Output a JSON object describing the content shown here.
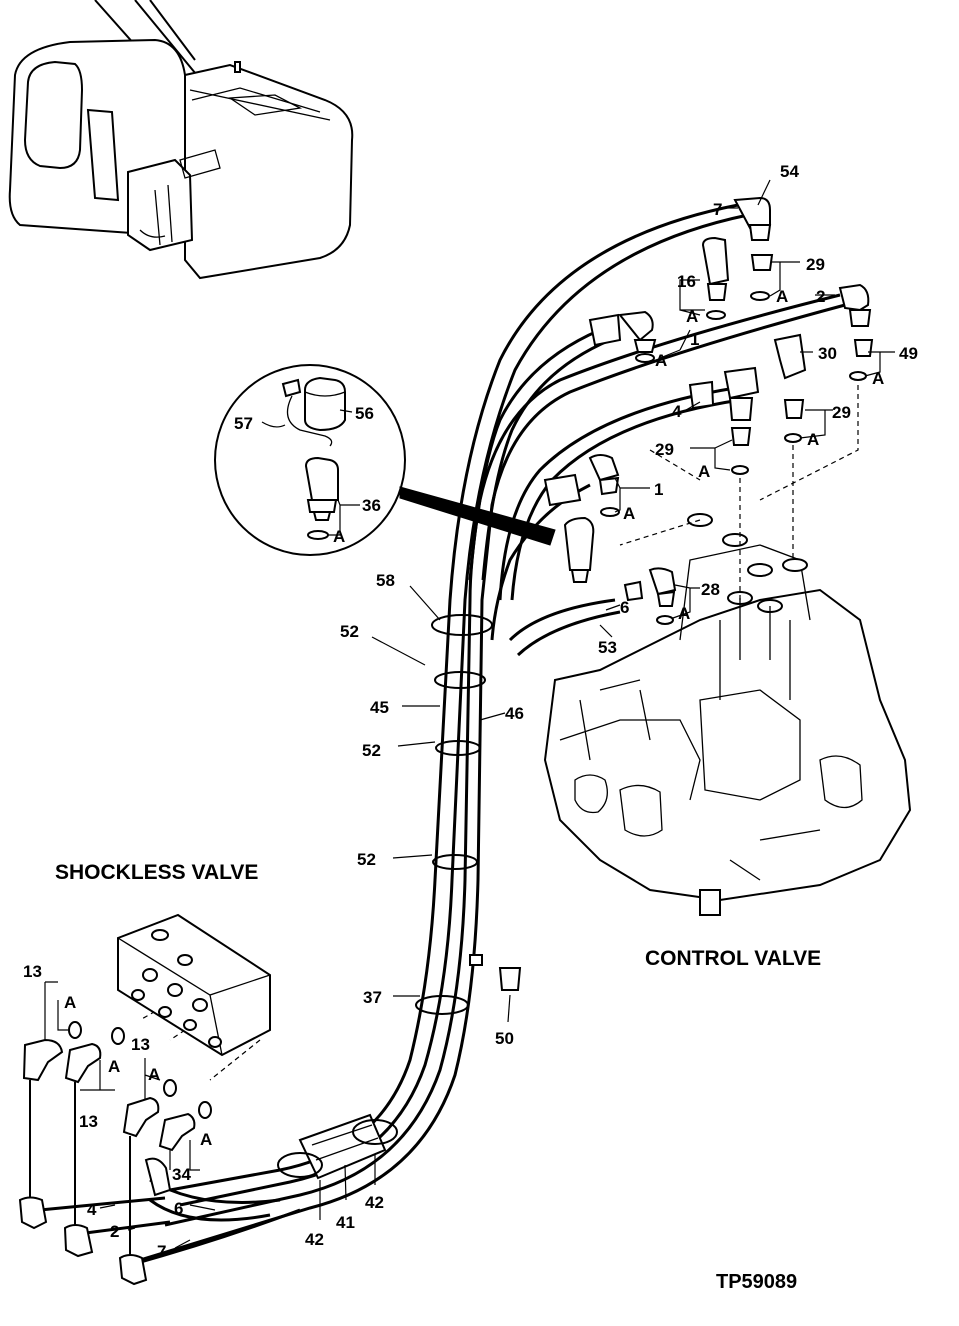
{
  "labels": {
    "shockless_valve": "SHOCKLESS VALVE",
    "control_valve": "CONTROL VALVE",
    "figure_id": "TP59089"
  },
  "callouts": [
    {
      "id": "c54",
      "text": "54"
    },
    {
      "id": "c7a",
      "text": "7"
    },
    {
      "id": "c29a",
      "text": "29"
    },
    {
      "id": "c16",
      "text": "16"
    },
    {
      "id": "cA1",
      "text": "A"
    },
    {
      "id": "cA2",
      "text": "A"
    },
    {
      "id": "c2a",
      "text": "2"
    },
    {
      "id": "c1a",
      "text": "1"
    },
    {
      "id": "cA3",
      "text": "A"
    },
    {
      "id": "c30",
      "text": "30"
    },
    {
      "id": "c49",
      "text": "49"
    },
    {
      "id": "cA4",
      "text": "A"
    },
    {
      "id": "c4a",
      "text": "4"
    },
    {
      "id": "c29b",
      "text": "29"
    },
    {
      "id": "cA5",
      "text": "A"
    },
    {
      "id": "c29c",
      "text": "29"
    },
    {
      "id": "cA6",
      "text": "A"
    },
    {
      "id": "c1b",
      "text": "1"
    },
    {
      "id": "cA7",
      "text": "A"
    },
    {
      "id": "c57",
      "text": "57"
    },
    {
      "id": "c56",
      "text": "56"
    },
    {
      "id": "c36",
      "text": "36"
    },
    {
      "id": "cA8",
      "text": "A"
    },
    {
      "id": "c28",
      "text": "28"
    },
    {
      "id": "cA9",
      "text": "A"
    },
    {
      "id": "c58",
      "text": "58"
    },
    {
      "id": "c6a",
      "text": "6"
    },
    {
      "id": "c53",
      "text": "53"
    },
    {
      "id": "c52a",
      "text": "52"
    },
    {
      "id": "c45",
      "text": "45"
    },
    {
      "id": "c46",
      "text": "46"
    },
    {
      "id": "c52b",
      "text": "52"
    },
    {
      "id": "c52c",
      "text": "52"
    },
    {
      "id": "c37",
      "text": "37"
    },
    {
      "id": "c50",
      "text": "50"
    },
    {
      "id": "c13a",
      "text": "13"
    },
    {
      "id": "cA10",
      "text": "A"
    },
    {
      "id": "c13b",
      "text": "13"
    },
    {
      "id": "cA11",
      "text": "A"
    },
    {
      "id": "c13c",
      "text": "13"
    },
    {
      "id": "cA12",
      "text": "A"
    },
    {
      "id": "cA13",
      "text": "A"
    },
    {
      "id": "c34",
      "text": "34"
    },
    {
      "id": "c4b",
      "text": "4"
    },
    {
      "id": "c6b",
      "text": "6"
    },
    {
      "id": "c2b",
      "text": "2"
    },
    {
      "id": "c7b",
      "text": "7"
    },
    {
      "id": "c42a",
      "text": "42"
    },
    {
      "id": "c41",
      "text": "41"
    },
    {
      "id": "c42b",
      "text": "42"
    }
  ]
}
